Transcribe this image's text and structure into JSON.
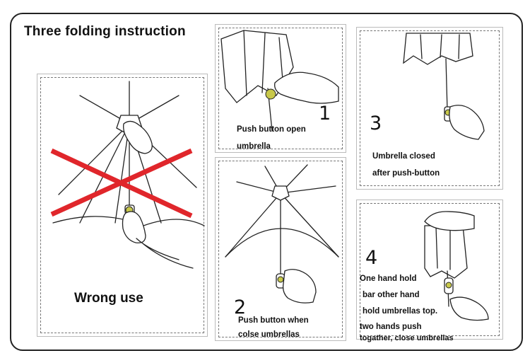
{
  "title": "Three folding instruction",
  "wrong_panel": {
    "label": "Wrong use"
  },
  "steps": [
    {
      "number": "1",
      "caption_lines": [
        "Push button open",
        "umbrella"
      ]
    },
    {
      "number": "2",
      "caption_lines": [
        "Push button when",
        "colse umbrellas"
      ]
    },
    {
      "number": "3",
      "caption_lines": [
        "Umbrella closed",
        "after push-button"
      ]
    },
    {
      "number": "4",
      "caption_lines": [
        "One hand hold",
        "bar other hand",
        "hold umbrellas top.",
        "two hands push",
        "togather, close umbrellas"
      ]
    }
  ],
  "colors": {
    "cross": "#e0262b",
    "button": "#c8c84a",
    "line": "#222222"
  }
}
